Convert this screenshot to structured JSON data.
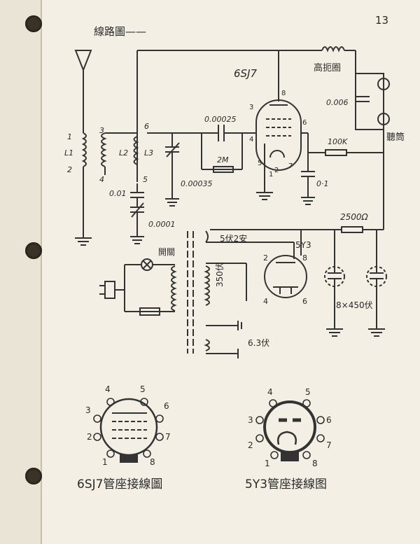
{
  "page": {
    "number": "13",
    "title": "線路圖——"
  },
  "circuit": {
    "antenna_coil_number_top": "1",
    "antenna_coil_label": "L1",
    "antenna_coil_number_bottom": "2",
    "coil_l2": "L2",
    "coil_l3": "L3",
    "pin3": "3",
    "pin4": "4",
    "pin5": "5",
    "pin6": "6",
    "cap_coupling": "0.00025",
    "grid_leak": "2M",
    "tuning_cap": "0.00035",
    "cap_001": "0.01",
    "trimmer": "0.0001",
    "tube_main": "6SJ7",
    "tube_main_pins": [
      "8",
      "3",
      "6",
      "4",
      "5",
      "2",
      "7",
      "1"
    ],
    "rfc": "高扼圈",
    "cap_0006": "0.006",
    "earphone": "聽筒",
    "resistor_100k": "100K",
    "bypass_cap": "0·1",
    "resistor_2500": "2500Ω",
    "switch": "開關",
    "transformer_high": "5伏2安",
    "transformer_mid": "350伏",
    "transformer_low": "6.3伏",
    "tube_rect": "5Y3",
    "tube_rect_pins": [
      "2",
      "8",
      "4",
      "6"
    ],
    "filter_caps": "8×450伏"
  },
  "sockets": [
    {
      "caption": "6SJ7管座接線圖",
      "pins": [
        "4",
        "5",
        "3",
        "6",
        "2",
        "7",
        "1",
        "8"
      ]
    },
    {
      "caption": "5Y3管座接線图",
      "pins": [
        "4",
        "5",
        "3",
        "6",
        "2",
        "7",
        "1",
        "8"
      ]
    }
  ]
}
